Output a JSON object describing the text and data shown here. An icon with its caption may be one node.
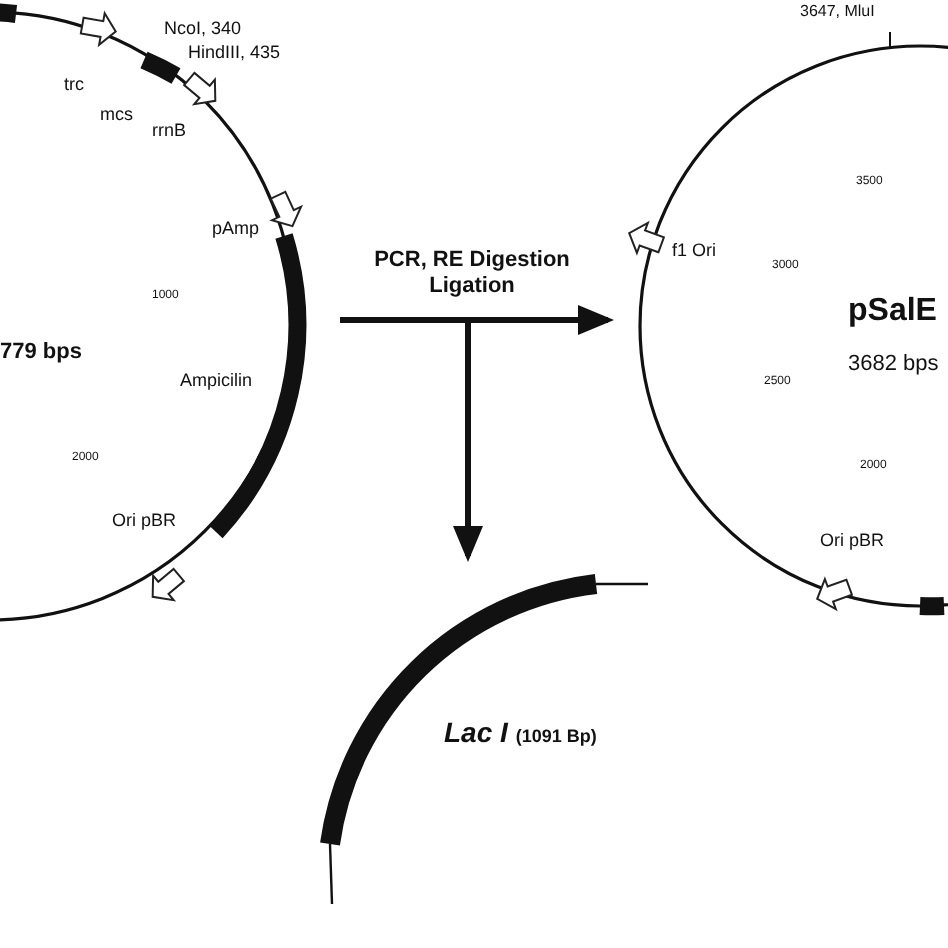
{
  "diagram": {
    "nodes": [
      {
        "text": [
          "779 bps"
        ]
      },
      {
        "text": [
          "pSalE",
          "3682 bps"
        ]
      },
      {
        "text": [
          "Lac I",
          "(1091 Bp)"
        ]
      }
    ],
    "edges": [
      {
        "from": 0,
        "to": 1,
        "arrow": "to",
        "label": "PCR, RE Digestion Ligation"
      },
      {
        "from": 0,
        "to": 2,
        "arrow": "to"
      }
    ],
    "labels": [
      "trc",
      "mcs",
      "NcoI, 340",
      "HindIII, 435",
      "rrnB",
      "pAmp",
      "1000",
      "Ampicilin",
      "2000",
      "Ori pBR",
      "3647, MluI",
      "3500",
      "f1 Ori",
      "3000",
      "2500",
      "2000",
      "Ori pBR"
    ]
  }
}
